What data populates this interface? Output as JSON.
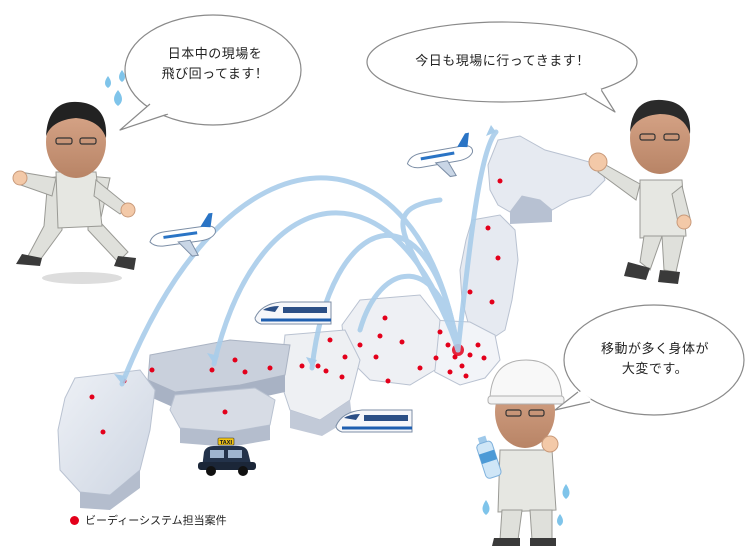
{
  "bubbles": {
    "left": "日本中の現場を\n飛び回ってます！",
    "top_right": "今日も現場に行ってきます！",
    "bottom_right": "移動が多く身体が\n大変です。"
  },
  "legend": {
    "label": "ビーディーシステム担当案件",
    "color": "#e3001b"
  },
  "taxi_sign": "TAXI",
  "icons": [
    "airplane-icon",
    "bullet-train-icon",
    "taxi-icon",
    "water-bottle-icon",
    "sweat-drop-icon"
  ]
}
